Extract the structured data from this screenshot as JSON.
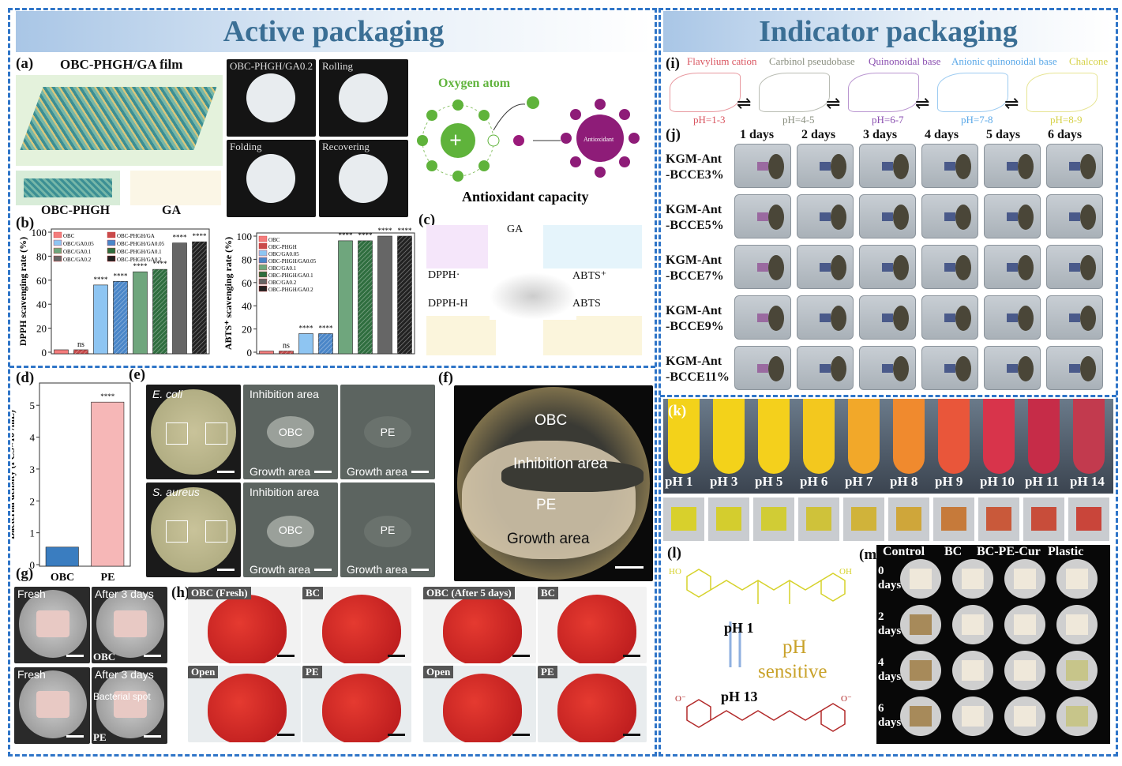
{
  "header": {
    "left_title": "Active packaging",
    "right_title": "Indicator packaging"
  },
  "panel_a": {
    "label": "(a)",
    "film_title": "OBC-PHGH/GA film",
    "sub1": "OBC-PHGH",
    "sub2": "GA",
    "photos": [
      "OBC-PHGH/GA0.2",
      "Rolling",
      "Folding",
      "Recovering"
    ],
    "oxygen": "Oxygen atom",
    "antioxidant_node": "Antioxidant",
    "capacity": "Antioxidant capacity"
  },
  "panel_c": {
    "label": "(c)",
    "ga": "GA",
    "dpph": "DPPH·",
    "dpphh": "DPPH-H",
    "abts_plus": "ABTS⁺",
    "abts": "ABTS"
  },
  "chart_data": [
    {
      "type": "bar",
      "panel": "(b)",
      "ylabel": "DPPH scavenging rate (%)",
      "ylim": [
        0,
        100
      ],
      "yticks": [
        0,
        20,
        40,
        60,
        80,
        100
      ],
      "categories": [
        "OBC",
        "OBC-PHGH/GA",
        "OBC/GA0.05",
        "OBC-PHGH/GA0.05",
        "OBC/GA0.1",
        "OBC-PHGH/GA0.1",
        "OBC/GA0.2",
        "OBC-PHGH/GA0.2"
      ],
      "values": [
        2,
        2,
        56,
        59,
        67,
        69,
        91,
        92
      ],
      "annotations": [
        "",
        "ns",
        "****",
        "****",
        "****",
        "****",
        "****",
        "****"
      ],
      "colors": [
        "#f47c7c",
        "#c94a4a",
        "#8ec5f2",
        "#4a86c8",
        "#6fa67d",
        "#2f6e3f",
        "#666666",
        "#222222"
      ],
      "hatched": [
        false,
        true,
        false,
        true,
        false,
        true,
        false,
        true
      ],
      "legend": "top-left"
    },
    {
      "type": "bar",
      "panel": "(b)",
      "ylabel": "ABTS⁺ scavenging rate (%)",
      "ylim": [
        0,
        100
      ],
      "yticks": [
        0,
        20,
        40,
        60,
        80,
        100
      ],
      "categories": [
        "OBC",
        "OBC-PHGH",
        "OBC/GA0.05",
        "OBC-PHGH/GA0.05",
        "OBC/GA0.1",
        "OBC-PHGH/GA0.1",
        "OBC/GA0.2",
        "OBC-PHGH/GA0.2"
      ],
      "values": [
        1,
        1,
        16,
        16,
        96,
        96,
        100,
        100
      ],
      "annotations": [
        "",
        "ns",
        "****",
        "****",
        "****",
        "****",
        "****",
        "****"
      ],
      "colors": [
        "#f47c7c",
        "#c94a4a",
        "#8ec5f2",
        "#4a86c8",
        "#6fa67d",
        "#2f6e3f",
        "#666666",
        "#222222"
      ],
      "hatched": [
        false,
        true,
        false,
        true,
        false,
        true,
        false,
        true
      ],
      "legend": "top-left"
    },
    {
      "type": "bar",
      "panel": "(d)",
      "ylabel": "Bacterial density (PCS×10⁷/mL)",
      "ylim": [
        0,
        5.6
      ],
      "yticks": [
        0,
        1,
        2,
        3,
        4,
        5
      ],
      "categories": [
        "OBC",
        "PE"
      ],
      "values": [
        0.55,
        5.1
      ],
      "annotations": [
        "",
        "****"
      ],
      "colors": [
        "#3a7dc0",
        "#f6b7b7"
      ],
      "hatched": [
        false,
        false
      ]
    }
  ],
  "panel_b": {
    "label": "(b)"
  },
  "panel_d": {
    "label": "(d)"
  },
  "panel_e": {
    "label": "(e)",
    "tiles": [
      {
        "cap": "E. coli",
        "bottom": ""
      },
      {
        "cap": "Inhibition area",
        "center": "OBC",
        "bottom": "Growth area"
      },
      {
        "cap": "",
        "center": "PE",
        "bottom": "Growth area"
      },
      {
        "cap": "S. aureus",
        "bottom": ""
      },
      {
        "cap": "Inhibition area",
        "center": "OBC",
        "bottom": "Growth area"
      },
      {
        "cap": "",
        "center": "PE",
        "bottom": "Growth area"
      }
    ]
  },
  "panel_f": {
    "label": "(f)",
    "obc": "OBC",
    "inhibition": "Inhibition area",
    "pe": "PE",
    "growth": "Growth area"
  },
  "panel_g": {
    "label": "(g)",
    "tiles": [
      {
        "cap": "Fresh",
        "sub": ""
      },
      {
        "cap": "After 3 days",
        "sub": "OBC"
      },
      {
        "cap": "Fresh",
        "sub": ""
      },
      {
        "cap": "After 3 days",
        "extra": "Bacterial spot",
        "sub": "PE"
      }
    ]
  },
  "panel_h": {
    "label": "(h)",
    "tiles": [
      "OBC (Fresh)",
      "BC",
      "OBC (After 5 days)",
      "BC",
      "Open",
      "PE",
      "Open",
      "PE"
    ]
  },
  "panel_i": {
    "label": "(i)",
    "species": [
      {
        "name": "Flavylium cation",
        "ph": "pH=1-3",
        "color": "#d9545f"
      },
      {
        "name": "Carbinol pseudobase",
        "ph": "pH=4-5",
        "color": "#8a8f80"
      },
      {
        "name": "Quinonoidal base",
        "ph": "pH=6-7",
        "color": "#8a4fb0"
      },
      {
        "name": "Anionic quinonoidal base",
        "ph": "pH=7-8",
        "color": "#5aa8e8"
      },
      {
        "name": "Chalcone",
        "ph": "pH=8-9",
        "color": "#d6d24a"
      }
    ]
  },
  "panel_j": {
    "label": "(j)",
    "days": [
      "1 days",
      "2 days",
      "3 days",
      "4 days",
      "5 days",
      "6 days"
    ],
    "rows": [
      [
        "KGM-Ant",
        "-BCCE3%"
      ],
      [
        "KGM-Ant",
        "-BCCE5%"
      ],
      [
        "KGM-Ant",
        "-BCCE7%"
      ],
      [
        "KGM-Ant",
        "-BCCE9%"
      ],
      [
        "KGM-Ant",
        "-BCCE11%"
      ]
    ]
  },
  "panel_k": {
    "label": "(k)",
    "ph": [
      "pH 1",
      "pH 3",
      "pH 5",
      "pH 6",
      "pH 7",
      "pH 8",
      "pH 9",
      "pH 10",
      "pH 11",
      "pH 14"
    ],
    "tube_colors": [
      "#f3d21a",
      "#f3d21a",
      "#f4d01c",
      "#f3c81e",
      "#f2a829",
      "#f08a2e",
      "#e9563a",
      "#d8344b",
      "#c62c48",
      "#c23a4e"
    ],
    "square_colors": [
      "#d8d02c",
      "#d4cd2e",
      "#d1cc35",
      "#cfc23a",
      "#d0b33a",
      "#cfa63a",
      "#c67a3a",
      "#c9593a",
      "#c84d3a",
      "#c9453a"
    ]
  },
  "panel_l": {
    "label": "(l)",
    "ph1": "pH 1",
    "ph13": "pH 13",
    "sensitive1": "pH",
    "sensitive2": "sensitive"
  },
  "panel_m": {
    "label": "(m)",
    "cols": [
      "Control",
      "BC",
      "BC-PE-Cur",
      "Plastic"
    ],
    "rows": [
      [
        "0",
        "days"
      ],
      [
        "2",
        "days"
      ],
      [
        "4",
        "days"
      ],
      [
        "6",
        "days"
      ]
    ]
  }
}
